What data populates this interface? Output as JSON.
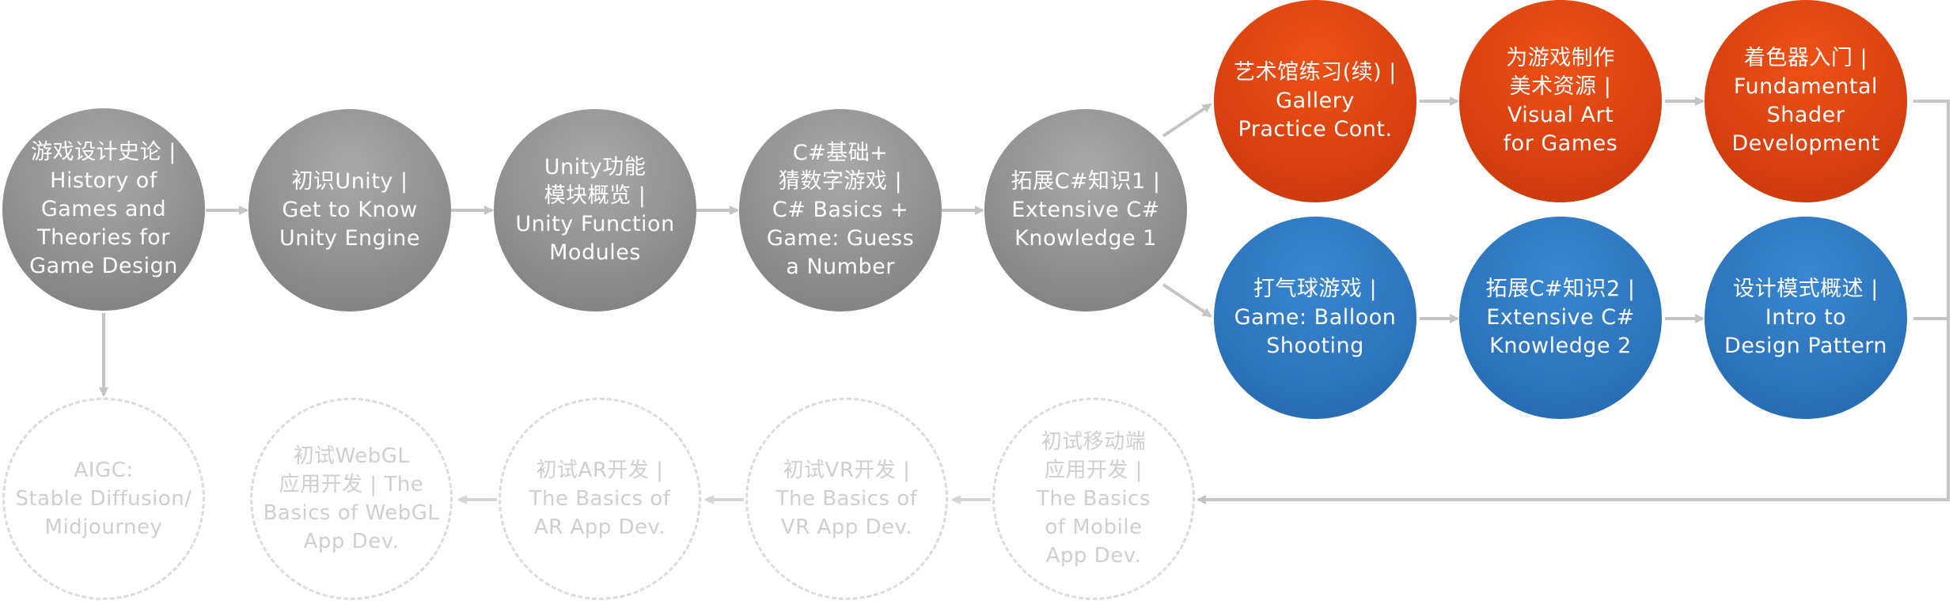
{
  "colors": {
    "gray": "#8e8e8e",
    "orange": "#d84010",
    "blue": "#2c74bd",
    "future_outline": "#dcdcdc",
    "future_text": "#cfcfcf",
    "arrow": "#c4c4c4",
    "arrow_light": "#d6d6d6"
  },
  "nodes": [
    {
      "id": "history",
      "style": "gray",
      "lines": [
        "游戏设计史论 |",
        "History of",
        "Games and",
        "Theories for",
        "Game Design"
      ]
    },
    {
      "id": "intro-unity",
      "style": "gray",
      "lines": [
        "初识Unity |",
        "Get to Know",
        "Unity Engine"
      ]
    },
    {
      "id": "unity-modules",
      "style": "gray",
      "lines": [
        "Unity功能",
        "模块概览 |",
        "Unity Function",
        "Modules"
      ]
    },
    {
      "id": "csharp-basics",
      "style": "gray",
      "lines": [
        "C#基础+",
        "猜数字游戏 |",
        "C# Basics +",
        "Game: Guess",
        "a Number"
      ]
    },
    {
      "id": "csharp-ext-1",
      "style": "gray",
      "lines": [
        "拓展C#知识1 |",
        "Extensive C#",
        "Knowledge 1"
      ]
    },
    {
      "id": "gallery-cont",
      "style": "orange",
      "lines": [
        "艺术馆练习(续) |",
        "Gallery",
        "Practice Cont."
      ]
    },
    {
      "id": "visual-art",
      "style": "orange",
      "lines": [
        "为游戏制作",
        "美术资源 |",
        "Visual Art",
        "for Games"
      ]
    },
    {
      "id": "shader",
      "style": "orange",
      "lines": [
        "着色器入门 |",
        "Fundamental",
        "Shader",
        "Development"
      ]
    },
    {
      "id": "balloon",
      "style": "blue",
      "lines": [
        "打气球游戏 |",
        "Game: Balloon",
        "Shooting"
      ]
    },
    {
      "id": "csharp-ext-2",
      "style": "blue",
      "lines": [
        "拓展C#知识2 |",
        "Extensive C#",
        "Knowledge 2"
      ]
    },
    {
      "id": "design-pattern",
      "style": "blue",
      "lines": [
        "设计模式概述 |",
        "Intro to",
        "Design Pattern"
      ]
    },
    {
      "id": "aigc",
      "style": "future",
      "lines": [
        "AIGC:",
        "Stable Diffusion/",
        "Midjourney"
      ]
    },
    {
      "id": "webgl",
      "style": "future",
      "lines": [
        "初试WebGL",
        "应用开发 | The",
        "Basics of WebGL",
        "App Dev."
      ]
    },
    {
      "id": "ar",
      "style": "future",
      "lines": [
        "初试AR开发 |",
        "The Basics of",
        "AR App Dev."
      ]
    },
    {
      "id": "vr",
      "style": "future",
      "lines": [
        "初试VR开发 |",
        "The Basics of",
        "VR App Dev."
      ]
    },
    {
      "id": "mobile",
      "style": "future",
      "lines": [
        "初试移动端",
        "应用开发 |",
        "The Basics",
        "of Mobile",
        "App Dev."
      ]
    }
  ]
}
